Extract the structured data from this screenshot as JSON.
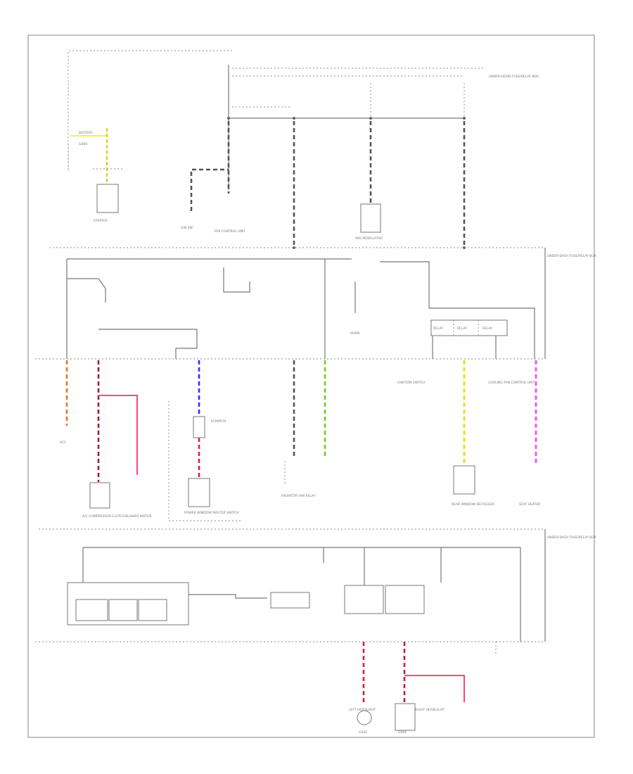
{
  "diagram": {
    "footer_code": "",
    "labels": {
      "battery": "BATTERY",
      "ground_battery": "G400",
      "starter": "STARTER",
      "underhood_box": "UNDER-HOOD FUSE/RELAY BOX",
      "dash_box": "UNDER-DASH FUSE/RELAY BOX",
      "lower_box": "UNDER-DASH FUSE/RELAY BOX",
      "ignition_switch": "IGNITION SWITCH",
      "eps_control_unit": "EPS CONTROL UNIT",
      "abs_modulator": "ABS MODULATOR",
      "a_c_compressor": "A/C COMPRESSOR CLUTCH",
      "blower_motor": "BLOWER MOTOR",
      "power_window": "POWER WINDOW MASTER SWITCH",
      "radiator_fan": "RADIATOR FAN RELAY",
      "ecm_pcm": "ECM/PCM",
      "horn": "HORN",
      "rear_window": "REAR WINDOW DEFOGGER",
      "cooling_fan": "COOLING FAN CONTROL UNIT",
      "seat_heater": "SEAT HEATER",
      "headlight_left": "LEFT HEADLIGHT",
      "headlight_right": "RIGHT HEADLIGHT",
      "lamp_left": "G501",
      "lamp_right": "G502",
      "ign_sw": "IGN SW",
      "acc": "ACC",
      "relay1": "RELAY",
      "relay2": "RELAY",
      "relay3": "RELAY"
    }
  }
}
